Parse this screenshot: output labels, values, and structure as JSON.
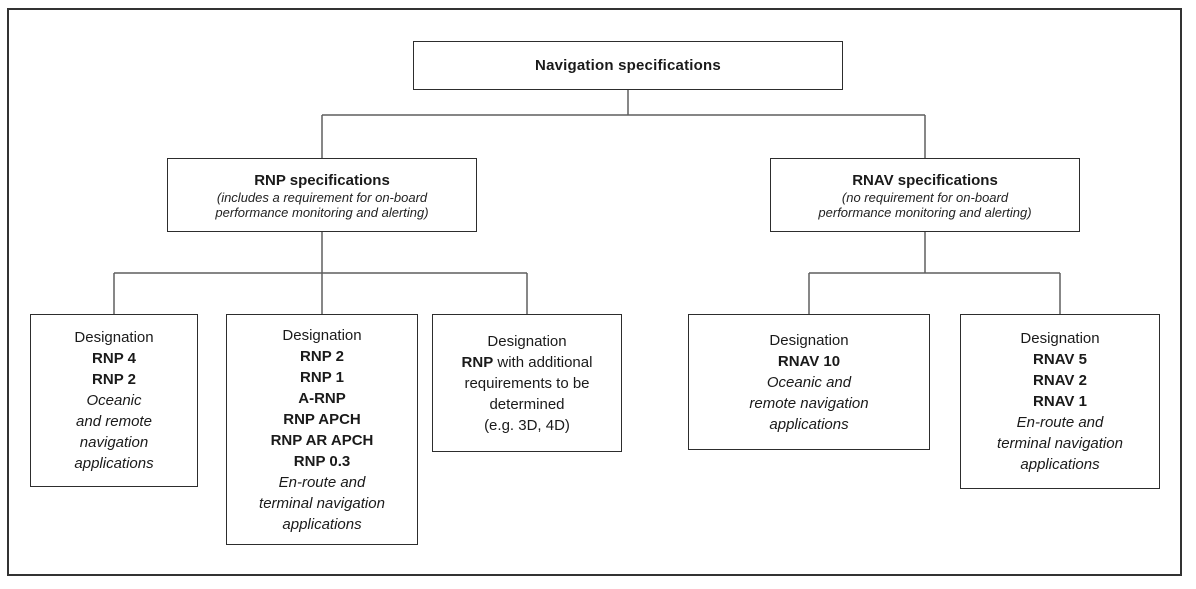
{
  "root_box": {
    "title": "Navigation specifications"
  },
  "rnp_box": {
    "title": "RNP specifications",
    "subtitle_line1": "(includes a requirement for on-board",
    "subtitle_line2": "performance monitoring and alerting)"
  },
  "rnav_box": {
    "title": "RNAV specifications",
    "subtitle_line1": "(no requirement for on-board",
    "subtitle_line2": "performance monitoring and alerting)"
  },
  "rnp_leaf1": {
    "heading": "Designation",
    "designations": [
      "RNP 4",
      "RNP 2"
    ],
    "notes": [
      "Oceanic",
      "and remote",
      "navigation",
      "applications"
    ]
  },
  "rnp_leaf2": {
    "heading": "Designation",
    "designations": [
      "RNP 2",
      "RNP 1",
      "A-RNP",
      "RNP APCH",
      "RNP AR APCH",
      "RNP 0.3"
    ],
    "notes": [
      "En-route and",
      "terminal navigation",
      "applications"
    ]
  },
  "rnp_leaf3": {
    "heading": "Designation",
    "bold_term": "RNP",
    "line1_rest": " with additional",
    "lines": [
      "requirements to be",
      "determined",
      "(e.g. 3D, 4D)"
    ]
  },
  "rnav_leaf1": {
    "heading": "Designation",
    "designations": [
      "RNAV 10"
    ],
    "notes": [
      "Oceanic and",
      "remote navigation",
      "applications"
    ]
  },
  "rnav_leaf2": {
    "heading": "Designation",
    "designations": [
      "RNAV 5",
      "RNAV 2",
      "RNAV 1"
    ],
    "notes": [
      "En-route and",
      "terminal navigation",
      "applications"
    ]
  },
  "colors": {
    "box_border": "#2d2d2d",
    "connector": "#5f5f5f",
    "text": "#1a1a1a",
    "background": "#ffffff"
  }
}
